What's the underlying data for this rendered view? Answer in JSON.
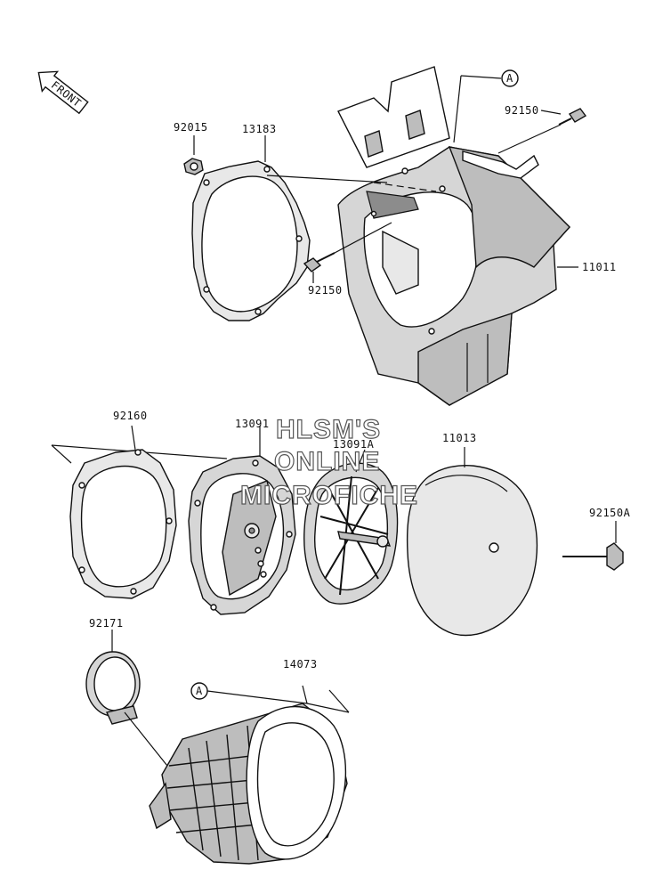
{
  "front_arrow": {
    "label": "FRONT"
  },
  "parts": {
    "p92015": "92015",
    "p13183": "13183",
    "p92150a": "92150",
    "p92150b": "92150",
    "p11011": "11011",
    "p92160": "92160",
    "p13091": "13091",
    "p13091A": "13091A",
    "p11013": "11013",
    "p92150A": "92150A",
    "p92171": "92171",
    "p14073": "14073"
  },
  "ref_marks": {
    "a1": "A",
    "a2": "A"
  },
  "watermark": {
    "line1": "HLSM'S",
    "line2": "ONLINE",
    "line3": "MICROFICHE"
  }
}
